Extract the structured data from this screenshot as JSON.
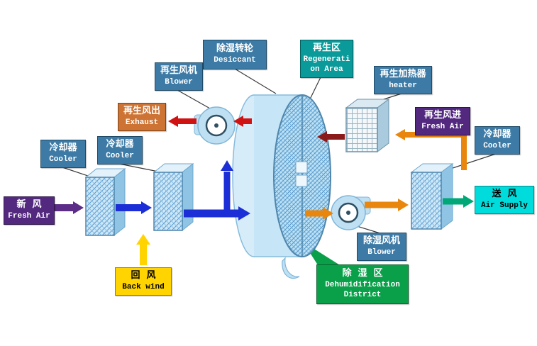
{
  "title": "Desiccant wheel dehumidification system diagram",
  "labels": {
    "wheel": {
      "zh": "除湿转轮",
      "en": "Desiccant"
    },
    "regen_area": {
      "zh": "再生区",
      "en1": "Regenerati",
      "en2": "on Area"
    },
    "regen_blower": {
      "zh": "再生风机",
      "en": "Blower"
    },
    "regen_heater": {
      "zh": "再生加热器",
      "en": "heater"
    },
    "exhaust": {
      "zh": "再生风出",
      "en": "Exhaust"
    },
    "regen_fresh": {
      "zh": "再生风进",
      "en": "Fresh Air"
    },
    "cooler_1": {
      "zh": "冷却器",
      "en": "Cooler"
    },
    "cooler_2": {
      "zh": "冷却器",
      "en": "Cooler"
    },
    "cooler_3": {
      "zh": "冷却器",
      "en": "Cooler"
    },
    "fresh_air": {
      "zh": "新  风",
      "en": "Fresh Air"
    },
    "back_wind": {
      "zh": "回  风",
      "en": "Back wind"
    },
    "dehum_blower": {
      "zh": "除湿风机",
      "en": "Blower"
    },
    "air_supply": {
      "zh": "送  风",
      "en": "Air Supply"
    },
    "district": {
      "zh": "除  湿  区",
      "en1": "Dehumidification",
      "en2": "District"
    }
  },
  "colors": {
    "label_steel": "#3d7ba6",
    "label_teal": "#0a9a9a",
    "label_orange": "#cd7333",
    "label_purple": "#53297f",
    "label_yellow": "#ffd400",
    "label_cyan": "#00dcdc",
    "label_green": "#0aa04a",
    "process_air_arrow": "#1c2fd6",
    "fresh_air_arrow": "#5c2d87",
    "return_air_arrow": "#ffd400",
    "exhaust_arrow": "#d01212",
    "regen_hot_arrow": "#8b1a1a",
    "regen_inlet_arrow": "#e8860d",
    "supply_air_arrow": "#00a878"
  }
}
